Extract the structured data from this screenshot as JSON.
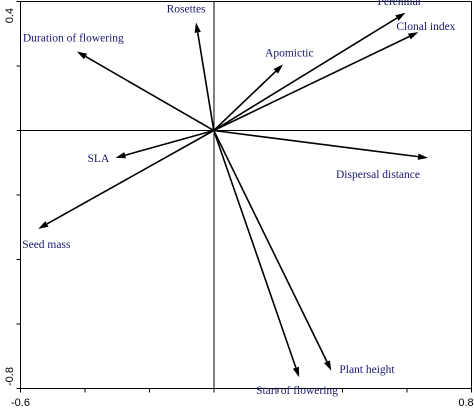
{
  "chart_data": {
    "type": "biplot",
    "xlim": [
      -0.6,
      0.8
    ],
    "ylim": [
      -0.8,
      0.4
    ],
    "x_tick_labels": [
      "-0.6",
      "0.8"
    ],
    "y_tick_labels": [
      "0.4",
      "-0.8"
    ],
    "xlabel": "",
    "ylabel": "",
    "title": "",
    "grid": false,
    "origin_lines": true,
    "vectors": [
      {
        "label": "Perennial",
        "x": 0.595,
        "y": 0.365
      },
      {
        "label": "Clonal index",
        "x": 0.635,
        "y": 0.305
      },
      {
        "label": "Rosettes",
        "x": -0.055,
        "y": 0.335
      },
      {
        "label": "Duration of flowering",
        "x": -0.425,
        "y": 0.245
      },
      {
        "label": "Apomictic",
        "x": 0.215,
        "y": 0.205
      },
      {
        "label": "SLA",
        "x": -0.305,
        "y": -0.085
      },
      {
        "label": "Dispersal distance",
        "x": 0.665,
        "y": -0.085
      },
      {
        "label": "Seed mass",
        "x": -0.545,
        "y": -0.305
      },
      {
        "label": "Plant height",
        "x": 0.365,
        "y": -0.745
      },
      {
        "label": "Start of flowering",
        "x": 0.265,
        "y": -0.765
      }
    ]
  },
  "colors": {
    "label": "#191970",
    "arrow": "#000000",
    "axis": "#000000"
  }
}
